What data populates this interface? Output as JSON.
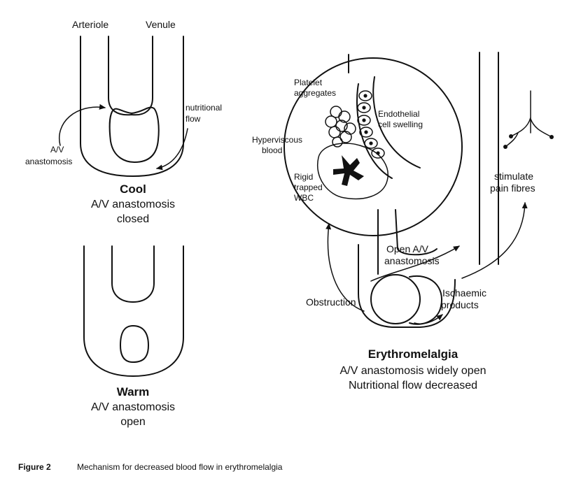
{
  "cool_panel": {
    "arteriole_label": "Arteriole",
    "venule_label": "Venule",
    "nutritional_label_line1": "nutritional",
    "nutritional_label_line2": "flow",
    "av_label_line1": "A/V",
    "av_label_line2": "anastomosis",
    "title": "Cool",
    "caption_line1": "A/V  anastomosis",
    "caption_line2": "closed"
  },
  "warm_panel": {
    "title": "Warm",
    "caption_line1": "A/V  anastomosis",
    "caption_line2": "open"
  },
  "erythromelalgia_panel": {
    "platelet_line1": "Platelet",
    "platelet_line2": "aggregates",
    "endothelial_line1": "Endothelial",
    "endothelial_line2": "cell swelling",
    "hyperviscous_line1": "Hyperviscous",
    "hyperviscous_line2": "blood",
    "rigid_line1": "Rigid",
    "rigid_line2": "trapped",
    "rigid_line3": "WBC",
    "stimulate_line1": "stimulate",
    "stimulate_line2": "pain fibres",
    "open_av_line1": "Open A/V",
    "open_av_line2": "anastomosis",
    "obstruction_label": "Obstruction",
    "ischaemic_line1": "Ischaemic",
    "ischaemic_line2": "products",
    "title": "Erythromelalgia",
    "caption_line1": "A/V  anastomosis  widely  open",
    "caption_line2": "Nutritional  flow  decreased"
  },
  "figure_caption": {
    "label": "Figure 2",
    "text": "Mechanism for decreased blood flow in erythromelalgia"
  }
}
